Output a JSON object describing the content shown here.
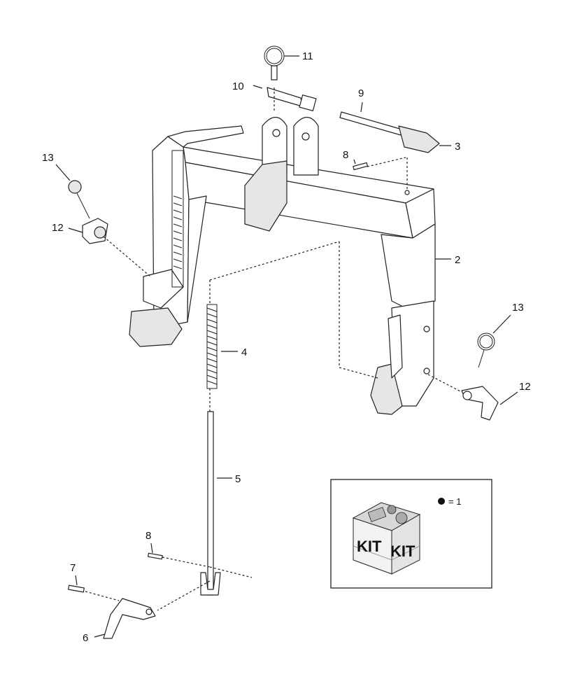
{
  "callouts": [
    {
      "id": "11",
      "label": "11"
    },
    {
      "id": "10",
      "label": "10"
    },
    {
      "id": "9",
      "label": "9"
    },
    {
      "id": "3",
      "label": "3"
    },
    {
      "id": "8a",
      "label": "8"
    },
    {
      "id": "2",
      "label": "2"
    },
    {
      "id": "13a",
      "label": "13"
    },
    {
      "id": "12a",
      "label": "12"
    },
    {
      "id": "4",
      "label": "4"
    },
    {
      "id": "13b",
      "label": "13"
    },
    {
      "id": "12b",
      "label": "12"
    },
    {
      "id": "5",
      "label": "5"
    },
    {
      "id": "8b",
      "label": "8"
    },
    {
      "id": "7",
      "label": "7"
    },
    {
      "id": "6",
      "label": "6"
    }
  ],
  "kit_box": {
    "kit_label": "KIT",
    "legend_value": "= 1"
  }
}
